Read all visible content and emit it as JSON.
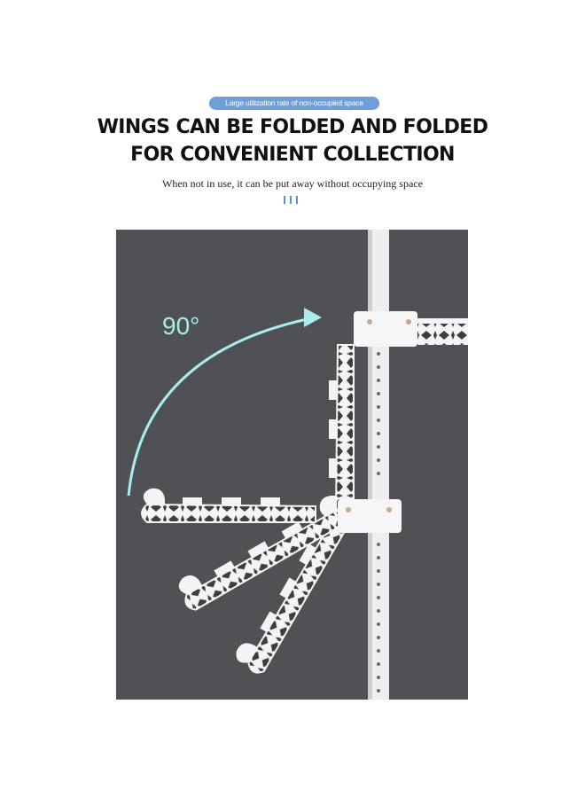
{
  "header": {
    "badge_text": "Large utilization rate of non-occupied space",
    "headline_line1": "WINGS CAN BE FOLDED AND FOLDED",
    "headline_line2": "FOR CONVENIENT COLLECTION",
    "subtitle": "When not in use, it can be put away without occupying space",
    "tick_color": "#5b8fd0"
  },
  "photo": {
    "background_color": "#505154",
    "angle_label": "90°",
    "arc_color": "#a9ecec",
    "pole_icon": "drying-rack-pole",
    "wing_icon": "folding-hanger-wing"
  }
}
